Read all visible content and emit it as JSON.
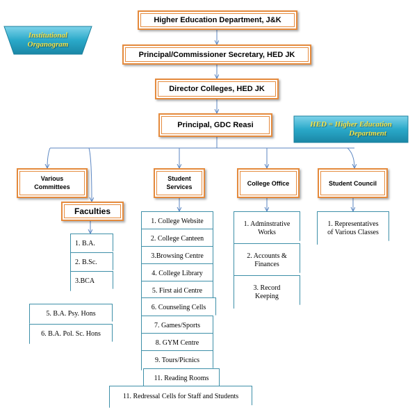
{
  "titles": {
    "organogram": [
      "Institutional",
      "Organogram"
    ],
    "hed_note": [
      "HED = Higher Education",
      "Department"
    ]
  },
  "hierarchy": {
    "department": "Higher Education Department, J&K",
    "commissioner": "Principal/Commissioner Secretary, HED JK",
    "director": "Director Colleges, HED JK",
    "principal": "Principal, GDC Reasi"
  },
  "branches": {
    "committees": [
      "Various",
      "Committees"
    ],
    "faculties": "Faculties",
    "student_services": [
      "Student",
      "Services"
    ],
    "college_office": "College Office",
    "student_council": "Student Council"
  },
  "faculties_items": [
    "1.  B.A.",
    "2. B.Sc.",
    "3.BCA"
  ],
  "honours_items": [
    "5. B.A. Psy. Hons",
    "6. B.A. Pol. Sc. Hons"
  ],
  "student_services_items": [
    "1. College Website",
    "2. College Canteen",
    "3.Browsing Centre",
    "4. College Library",
    "5. First aid Centre",
    "6. Counseling Cells",
    "7. Games/Sports",
    "8. GYM Centre",
    "9. Tours/Picnics",
    "11. Reading Rooms"
  ],
  "redressal_item": "11. Redressal Cells for Staff and Students",
  "college_office_items": [
    [
      "1. Adminstrative",
      "Works"
    ],
    [
      "2. Accounts &",
      "Finances"
    ],
    [
      "3. Record",
      "Keeping"
    ]
  ],
  "student_council_items": [
    [
      "1. Representatives",
      "of Various Classes"
    ]
  ],
  "colors": {
    "header_border": "#e58a3c",
    "doc_border": "#3d8fa8",
    "banner_fill": "#2aa9c9",
    "banner_text": "#f2e24a",
    "connector": "#5b86c2"
  }
}
